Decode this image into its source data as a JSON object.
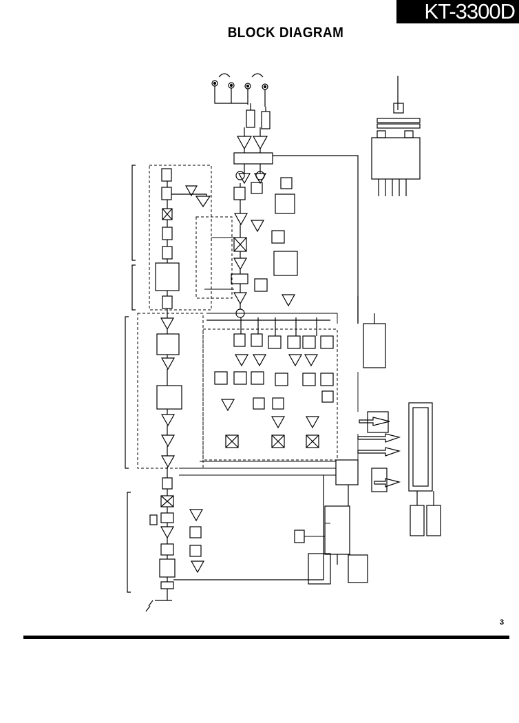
{
  "header": {
    "model": "KT-3300D",
    "title": "BLOCK DIAGRAM"
  },
  "footer": {
    "page_number": "3"
  }
}
